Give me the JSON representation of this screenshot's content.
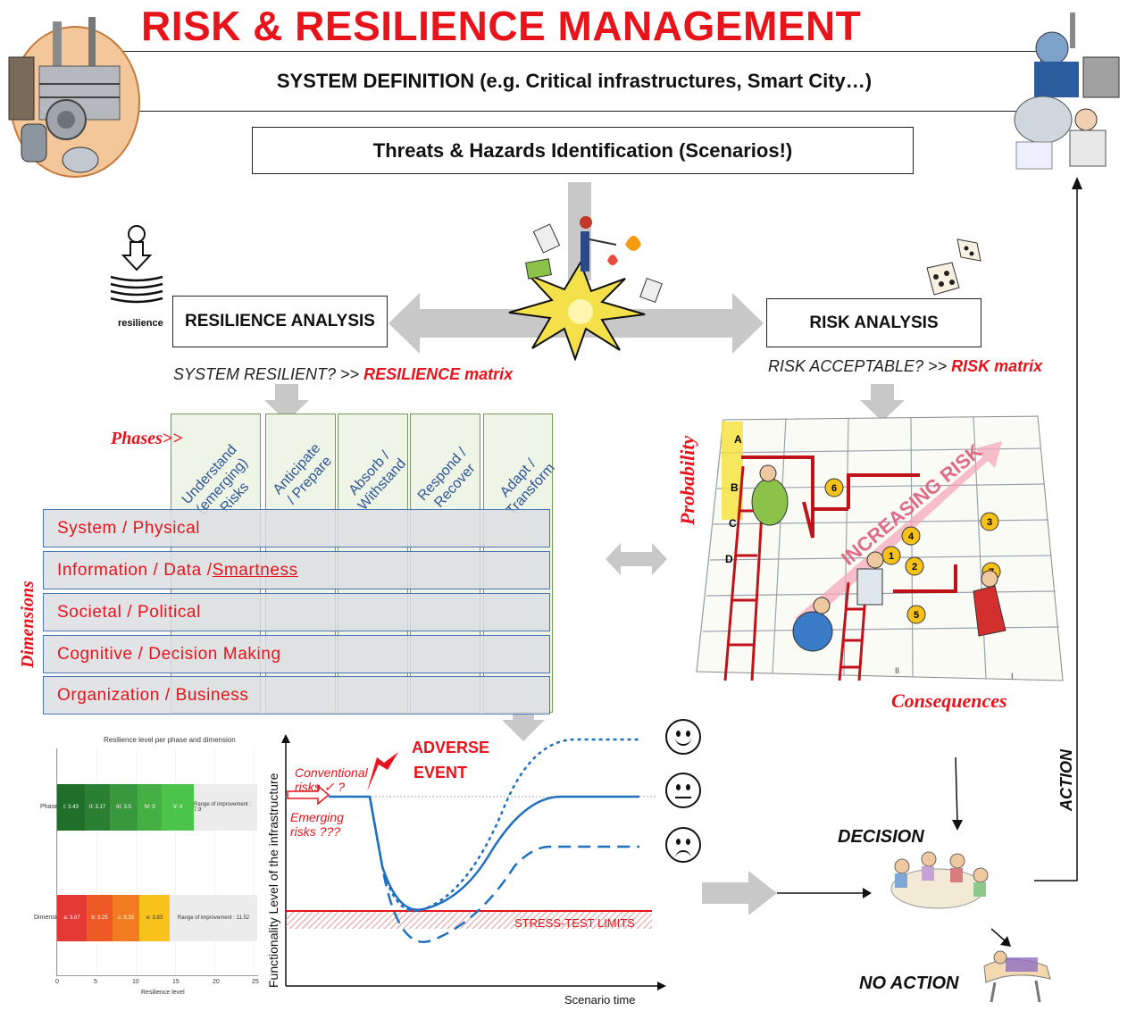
{
  "title": "RISK & RESILIENCE MANAGEMENT",
  "system_definition": "SYSTEM DEFINITION (e.g. Critical infrastructures, Smart City…)",
  "threats": "Threats & Hazards Identification (Scenarios!)",
  "resilience_icon_label": "resilience",
  "resilience_analysis": "RESILIENCE ANALYSIS",
  "risk_analysis": "RISK ANALYSIS",
  "resilience_question": {
    "text": "SYSTEM  RESILIENT?  >> ",
    "highlight": "RESILIENCE  matrix"
  },
  "risk_question": {
    "text": "RISK ACCEPTABLE? >> ",
    "highlight": "RISK matrix"
  },
  "phases_label": "Phases>>",
  "dimensions_label": "Dimensions",
  "phases": [
    "Understand (emerging) Risks",
    "Anticipate / Prepare",
    "Absorb / Withstand",
    "Respond / Recover",
    "Adapt / Transform"
  ],
  "phase_lines": [
    [
      "Understand",
      "(emerging)",
      "Risks"
    ],
    [
      "Anticipate",
      "/ Prepare"
    ],
    [
      "Absorb /",
      "Withstand"
    ],
    [
      "Respond /",
      "Recover"
    ],
    [
      "Adapt /",
      "Transform"
    ]
  ],
  "dimensions": [
    "System / Physical",
    "Information / Data / ",
    "Societal / Political",
    "Cognitive / Decision Making",
    "Organization / Business"
  ],
  "dimension_underlined": "Smartness",
  "risk_matrix": {
    "probability": "Probability",
    "consequences": "Consequences",
    "increasing": "INCREASING RISK",
    "rows": [
      "A",
      "B",
      "C",
      "D"
    ],
    "cols": [
      "I",
      "II"
    ],
    "coins": [
      "6",
      "4",
      "3",
      "1",
      "2",
      "5",
      "7"
    ]
  },
  "bar_chart": {
    "title": "Resilience level per phase and dimension",
    "ylabel_phase": "Phase",
    "ylabel_dim": "Dimension",
    "xlabel": "Resilience level",
    "phase_segments": [
      "I: 3.43",
      "II: 3.17",
      "III: 3.5",
      "IV: 3",
      "V: 4"
    ],
    "phase_note": "Range of improvement : 7.9",
    "dim_segments": [
      "a: 3.67",
      "b: 3.25",
      "c: 3.33",
      "e: 3.83"
    ],
    "dim_note": "Range of improvement : 11.52",
    "xticks": [
      "0",
      "5",
      "10",
      "15",
      "20",
      "25"
    ],
    "phase_colors": [
      "#2e7d32",
      "#2e7d32",
      "#3a9a3a",
      "#43b043",
      "#4cc24c"
    ],
    "dim_colors": [
      "#e53935",
      "#ef5a24",
      "#f47c20",
      "#f9b71c"
    ]
  },
  "functionality": {
    "ylabel": "Functionality Level of the infrastructure",
    "xlabel": "Scenario time",
    "adverse": [
      "ADVERSE",
      "EVENT"
    ],
    "conventional": [
      "Conventional",
      "risks   ✓ ?"
    ],
    "emerging": [
      "Emerging",
      "risks  ???"
    ],
    "stress": "STRESS-TEST LIMITS"
  },
  "decision": "DECISION",
  "no_action": "NO ACTION",
  "action": "ACTION",
  "colors": {
    "accent_red": "#e8141c",
    "blue": "#1f6fbf",
    "grey_arrow": "#c8c8c8",
    "phase_green": "#6e9b55"
  }
}
